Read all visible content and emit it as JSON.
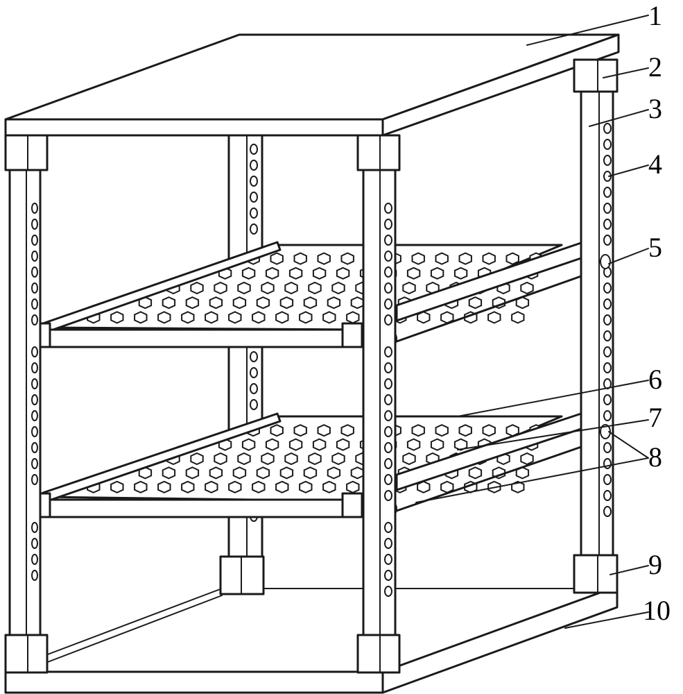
{
  "figure": {
    "description_labels": [
      "1",
      "2",
      "3",
      "4",
      "5",
      "6",
      "7",
      "8",
      "9",
      "10"
    ]
  },
  "callouts": [
    {
      "id": "1",
      "label": "1"
    },
    {
      "id": "2",
      "label": "2"
    },
    {
      "id": "3",
      "label": "3"
    },
    {
      "id": "4",
      "label": "4"
    },
    {
      "id": "5",
      "label": "5"
    },
    {
      "id": "6",
      "label": "6"
    },
    {
      "id": "7",
      "label": "7"
    },
    {
      "id": "8",
      "label": "8"
    },
    {
      "id": "9",
      "label": "9"
    },
    {
      "id": "10",
      "label": "10"
    }
  ],
  "colors": {
    "line": "#1a1a1a",
    "background": "#ffffff"
  }
}
